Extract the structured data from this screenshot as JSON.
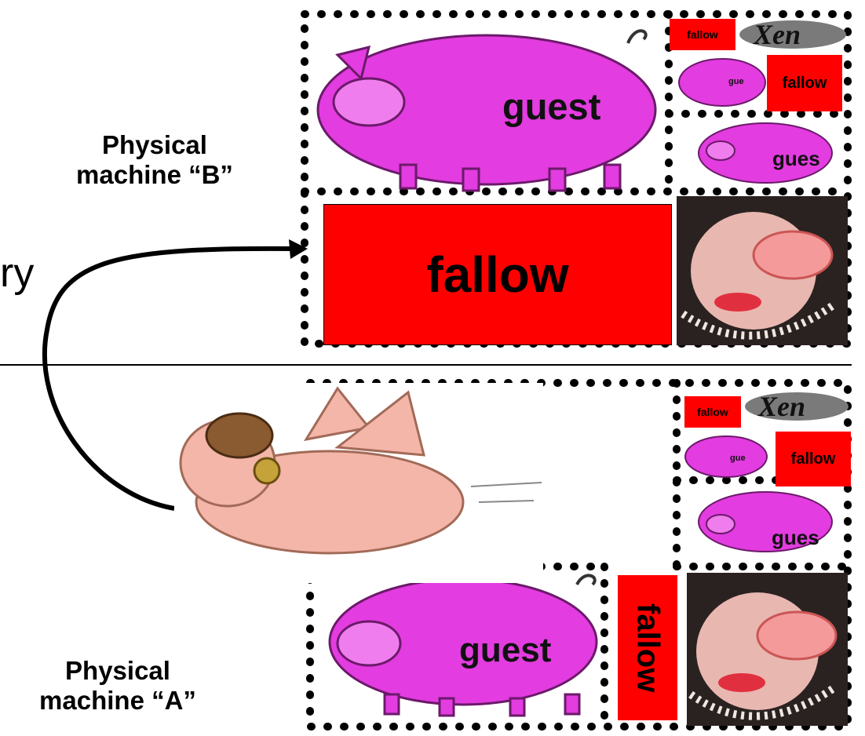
{
  "machines": {
    "b_label": "Physical\nmachine “B”",
    "a_label": "Physical\nmachine “A”"
  },
  "cut_text": "ry",
  "box_b": {
    "guest_big": "guest",
    "fallow_small_1": "fallow",
    "fallow_small_2": "fallow",
    "gue_small": "gue",
    "gues_mid": "gues",
    "fallow_big": "fallow",
    "logo": "Xen"
  },
  "box_a": {
    "fallow_small_1": "fallow",
    "fallow_small_2": "fallow",
    "gue_small": "gue",
    "gues_mid": "gues",
    "guest_big": "guest",
    "fallow_vertical": "fallow",
    "logo": "Xen"
  },
  "colors": {
    "fallow_red": "#ff0000",
    "pig_magenta": "#e33ce0",
    "flying_pig": "#f4b6a8",
    "line": "#000000"
  }
}
